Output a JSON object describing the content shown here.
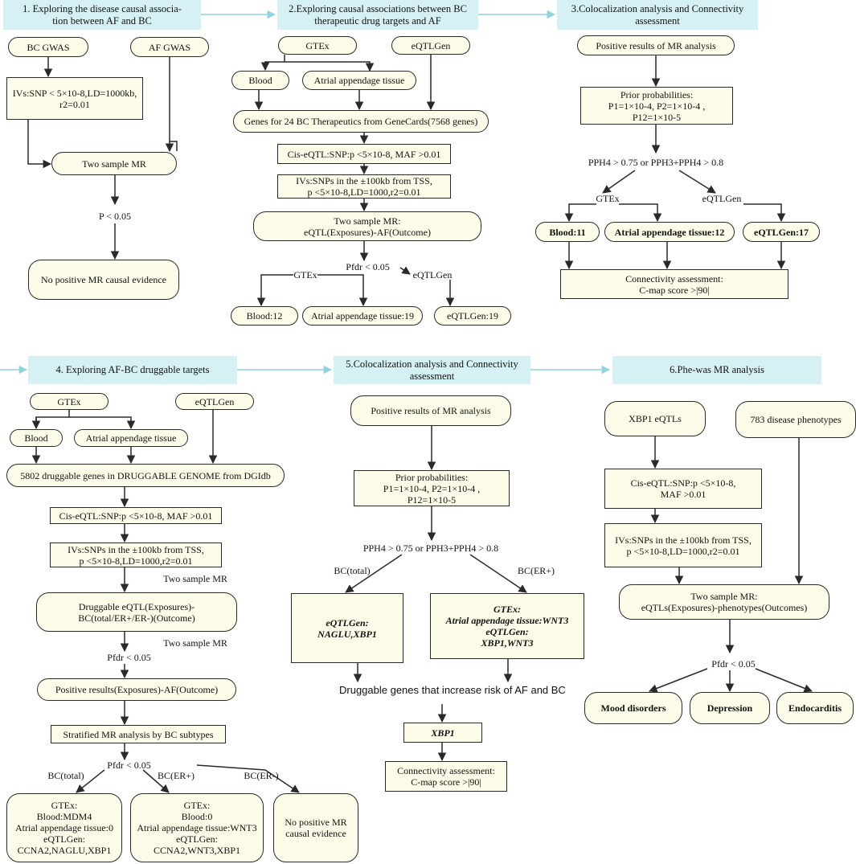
{
  "headers": {
    "h1": "1. Exploring the disease causal associa-\ntion between AF and BC",
    "h2": "2.Exploring causal associations between BC\ntherapeutic drug targets and AF",
    "h3": "3.Colocalization analysis and Connectivity\nassessment",
    "h4": "4. Exploring AF-BC druggable targets",
    "h5": "5.Colocalization analysis and Connectivity\nassessment",
    "h6": "6.Phe-was MR analysis"
  },
  "panel1": {
    "bc_gwas": "BC GWAS",
    "af_gwas": "AF GWAS",
    "ivs": "IVs:SNP < 5×10-8,LD=1000kb,\nr2=0.01",
    "mr": "Two sample MR",
    "p": "P < 0.05",
    "no_evidence": "No positive MR causal evidence"
  },
  "panel2": {
    "gtex": "GTEx",
    "eqtlgen": "eQTLGen",
    "blood": "Blood",
    "atrial": "Atrial appendage tissue",
    "genes": "Genes for 24 BC Therapeutics from GeneCards(7568 genes)",
    "cis": "Cis-eQTL:SNP:p <5×10-8, MAF >0.01",
    "ivs": "IVs:SNPs in the  ±100kb from TSS,\np <5×10-8,LD=1000,r2=0.01",
    "mr": "Two sample MR:\neQTL(Exposures)-AF(Outcome)",
    "pfdr": "Pfdr < 0.05",
    "gtex_lbl": "GTEx",
    "eqtlgen_lbl": "eQTLGen",
    "blood12": "Blood:12",
    "atrial19": "Atrial appendage tissue:19",
    "eqtlgen19": "eQTLGen:19"
  },
  "panel3": {
    "positive": "Positive results of MR analysis",
    "prior": "Prior probabilities:\nP1=1×10-4, P2=1×10-4 ,\nP12=1×10-5",
    "pph": "PPH4 > 0.75 or PPH3+PPH4 > 0.8",
    "gtex_lbl": "GTEx",
    "eqtlgen_lbl": "eQTLGen",
    "blood11": "Blood:11",
    "atrial12": "Atrial appendage tissue:12",
    "eqtlgen17": "eQTLGen:17",
    "cmap": "Connectivity assessment:\nC-map score >|90|"
  },
  "panel4": {
    "gtex": "GTEx",
    "eqtlgen": "eQTLGen",
    "blood": "Blood",
    "atrial": "Atrial appendage tissue",
    "druggable": "5802 druggable genes in DRUGGABLE GENOME from DGIdb",
    "cis": "Cis-eQTL:SNP:p <5×10-8, MAF >0.01",
    "ivs": "IVs:SNPs in the  ±100kb from TSS,\np <5×10-8,LD=1000,r2=0.01",
    "mr_lbl1": "Two sample MR",
    "drug_eqtl": "Druggable eQTL(Exposures)-\nBC(total/ER+/ER-)(Outcome)",
    "mr_lbl2": "Two sample MR",
    "pfdr1": "Pfdr < 0.05",
    "positive": "Positive results(Exposures)-AF(Outcome)",
    "stratified": "Stratified MR analysis by BC subtypes",
    "pfdr2": "Pfdr < 0.05",
    "bc_total": "BC(total)",
    "bc_erp": "BC(ER+)",
    "bc_ern": "BC(ER-)",
    "res_total": "GTEx:\nBlood:MDM4\nAtrial appendage tissue:0\neQTLGen:\nCCNA2,NAGLU,XBP1",
    "res_erp": "GTEx:\nBlood:0\nAtrial appendage tissue:WNT3\neQTLGen:\nCCNA2,WNT3,XBP1",
    "res_ern": "No positive MR\ncausal evidence"
  },
  "panel5": {
    "positive": "Positive results of MR analysis",
    "prior": "Prior probabilities:\nP1=1×10-4, P2=1×10-4 ,\nP12=1×10-5",
    "pph": "PPH4 > 0.75 or PPH3+PPH4 > 0.8",
    "bc_total": "BC(total)",
    "bc_erp": "BC(ER+)",
    "res_total": "eQTLGen:\nNAGLU,XBP1",
    "res_erp": "GTEx:\nAtrial appendage tissue:WNT3\neQTLGen:\nXBP1,WNT3",
    "druggable": "Druggable genes that increase risk of AF and BC",
    "xbp1": "XBP1",
    "cmap": "Connectivity assessment:\nC-map score >|90|"
  },
  "panel6": {
    "xbp1": "XBP1 eQTLs",
    "phenotypes": "783 disease phenotypes",
    "cis": "Cis-eQTL:SNP:p <5×10-8,\nMAF >0.01",
    "ivs": "IVs:SNPs in the  ±100kb from TSS,\np <5×10-8,LD=1000,r2=0.01",
    "mr": "Two sample MR:\neQTLs(Exposures)-phenotypes(Outcomes)",
    "pfdr": "Pfdr < 0.05",
    "mood": "Mood disorders",
    "depression": "Depression",
    "endocarditis": "Endocarditis"
  },
  "colors": {
    "node_fill": "#fcfce8",
    "header_fill": "#d6f1f4",
    "connector_teal": "#8fd3dc",
    "arrow": "#2a2a2a"
  }
}
